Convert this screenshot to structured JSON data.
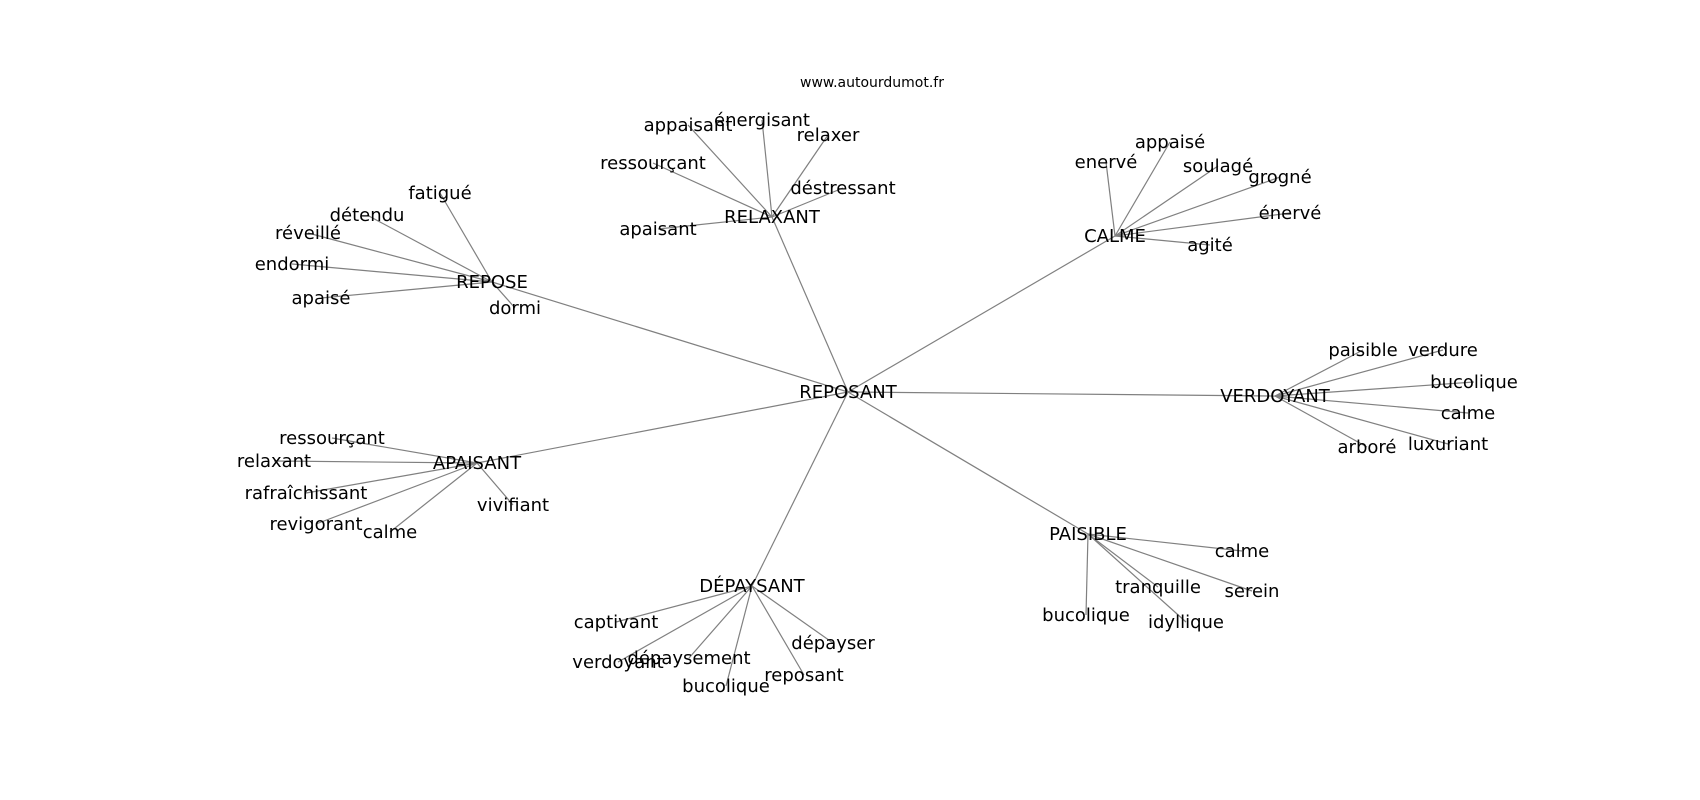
{
  "source": "www.autourdumot.fr",
  "style": {
    "edge_color": "#808080",
    "text_color": "#000000",
    "background": "#ffffff"
  },
  "graph": {
    "root": "REPOSANT",
    "clusters": [
      {
        "id": "relaxant",
        "label": "RELAXANT",
        "words": [
          "appaisant",
          "énergisant",
          "relaxer",
          "ressourçant",
          "déstressant",
          "apaisant"
        ]
      },
      {
        "id": "calme",
        "label": "CALME",
        "words": [
          "appaisé",
          "enervé",
          "soulagé",
          "grogné",
          "énervé",
          "agité"
        ]
      },
      {
        "id": "repose",
        "label": "REPOSE",
        "words": [
          "fatigué",
          "détendu",
          "réveillé",
          "endormi",
          "apaisé",
          "dormi"
        ]
      },
      {
        "id": "verdoyant",
        "label": "VERDOYANT",
        "words": [
          "paisible",
          "verdure",
          "bucolique",
          "calme",
          "arboré",
          "luxuriant"
        ]
      },
      {
        "id": "apaisant",
        "label": "APAISANT",
        "words": [
          "ressourçant",
          "relaxant",
          "rafraîchissant",
          "vivifiant",
          "revigorant",
          "calme"
        ]
      },
      {
        "id": "paisible",
        "label": "PAISIBLE",
        "words": [
          "calme",
          "tranquille",
          "serein",
          "bucolique",
          "idyllique"
        ]
      },
      {
        "id": "depaysant",
        "label": "DÉPAYSANT",
        "words": [
          "captivant",
          "dépayser",
          "dépaysement",
          "verdoyant",
          "reposant",
          "bucolique"
        ]
      }
    ]
  }
}
